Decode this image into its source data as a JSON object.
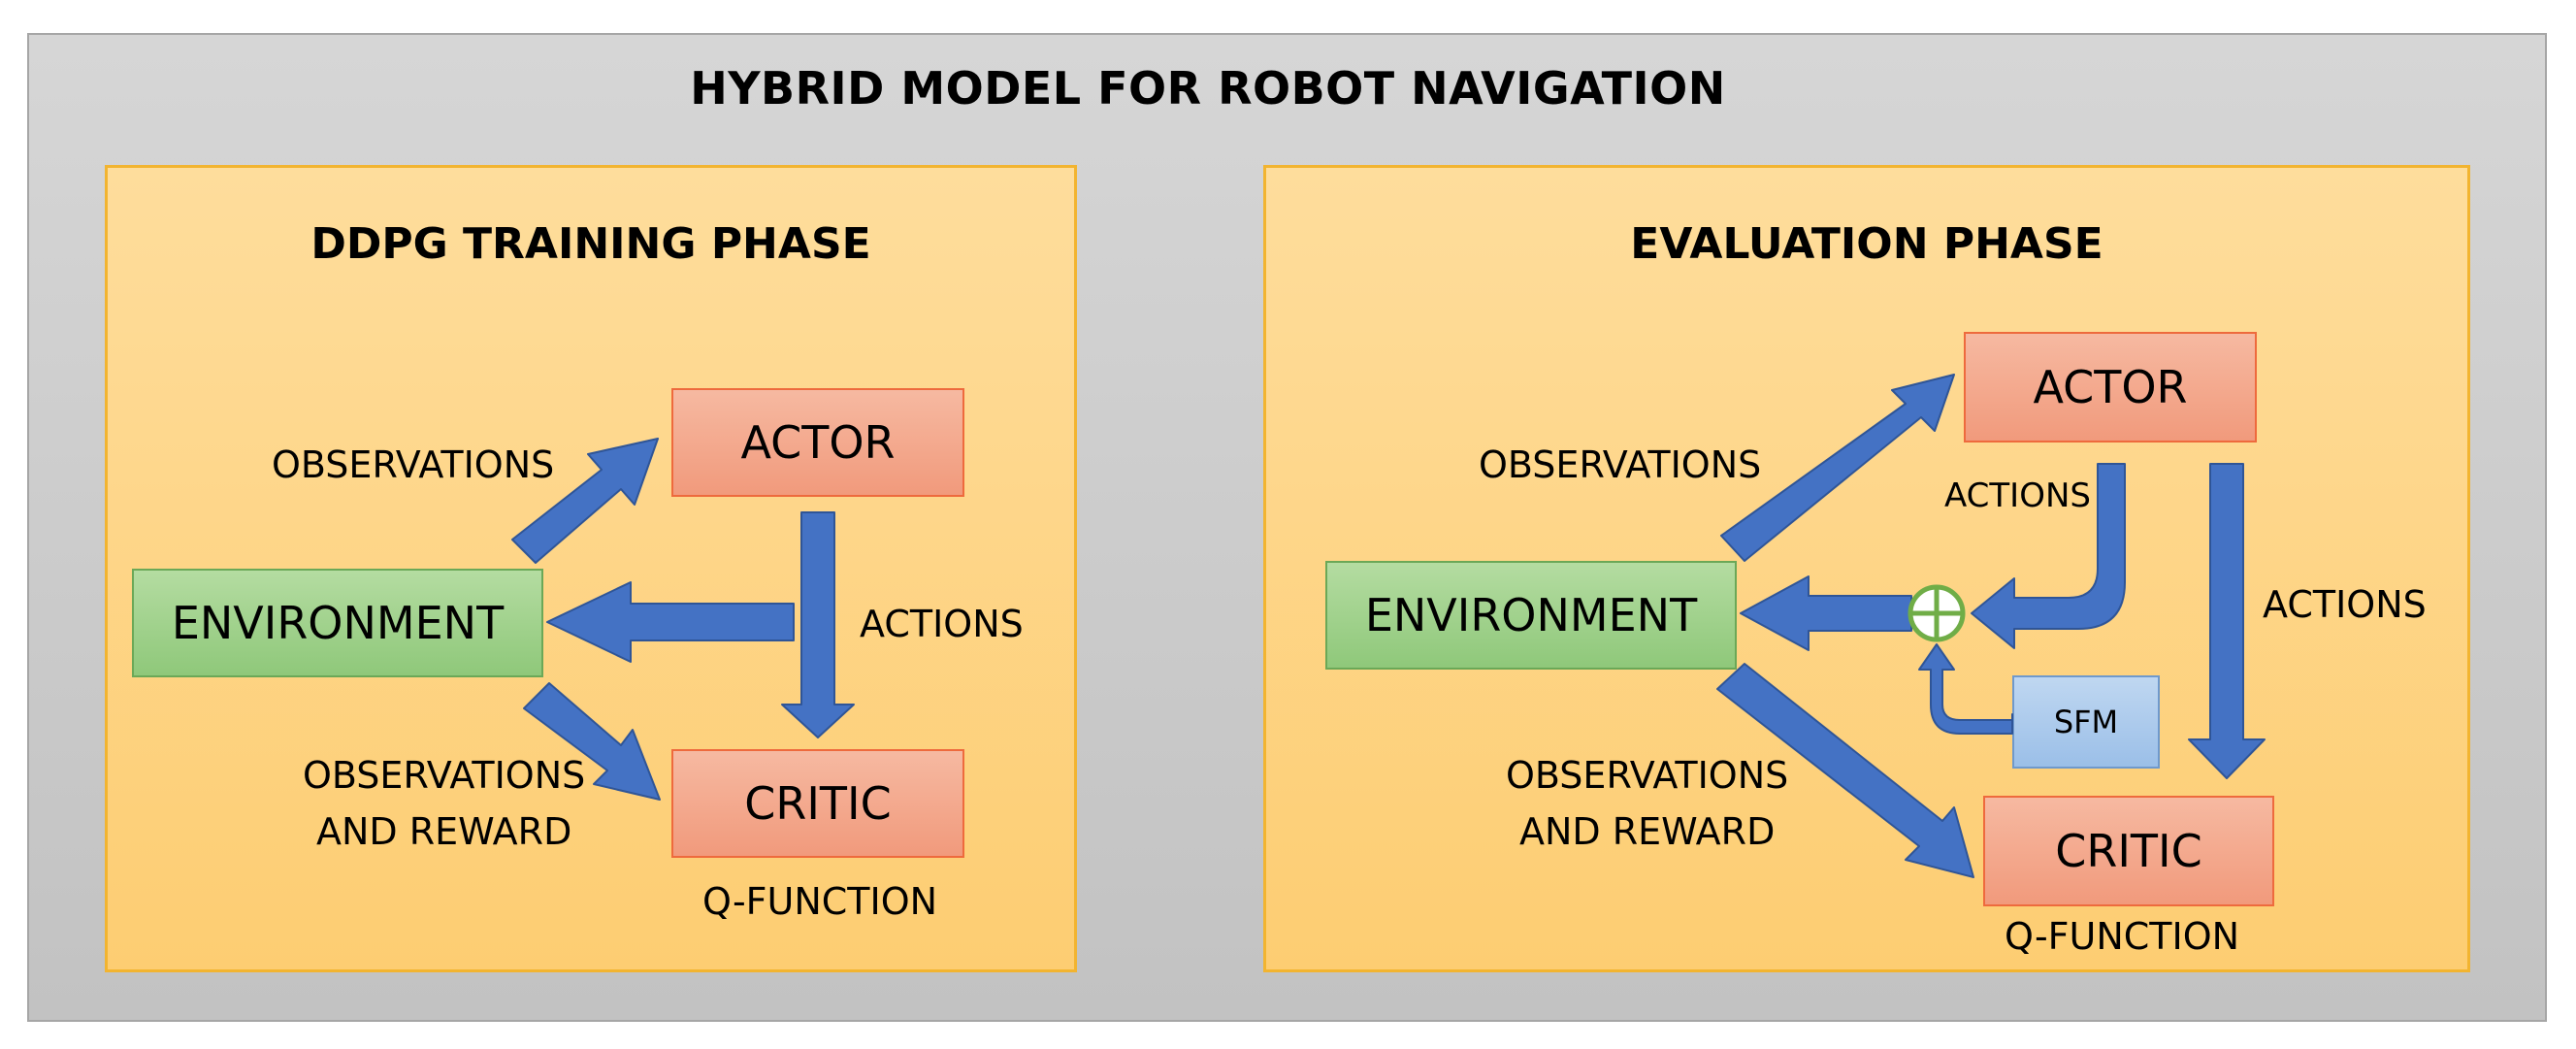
{
  "title": "HYBRID MODEL FOR ROBOT NAVIGATION",
  "left_panel": {
    "title": "DDPG TRAINING PHASE",
    "actor": "ACTOR",
    "environment": "ENVIRONMENT",
    "critic": "CRITIC",
    "label_observations": "OBSERVATIONS",
    "label_actions": "ACTIONS",
    "label_obs_reward_1": "OBSERVATIONS",
    "label_obs_reward_2": "AND REWARD",
    "label_qfunction": "Q-FUNCTION"
  },
  "right_panel": {
    "title": "EVALUATION PHASE",
    "actor": "ACTOR",
    "environment": "ENVIRONMENT",
    "critic": "CRITIC",
    "sfm": "SFM",
    "label_observations": "OBSERVATIONS",
    "label_actions_small": "ACTIONS",
    "label_actions": "ACTIONS",
    "label_obs_reward_1": "OBSERVATIONS",
    "label_obs_reward_2": "AND REWARD",
    "label_qfunction": "Q-FUNCTION"
  },
  "colors": {
    "arrow": "#4472c4",
    "arrow_border": "#2f5597",
    "sum_node": "#70ad47"
  }
}
